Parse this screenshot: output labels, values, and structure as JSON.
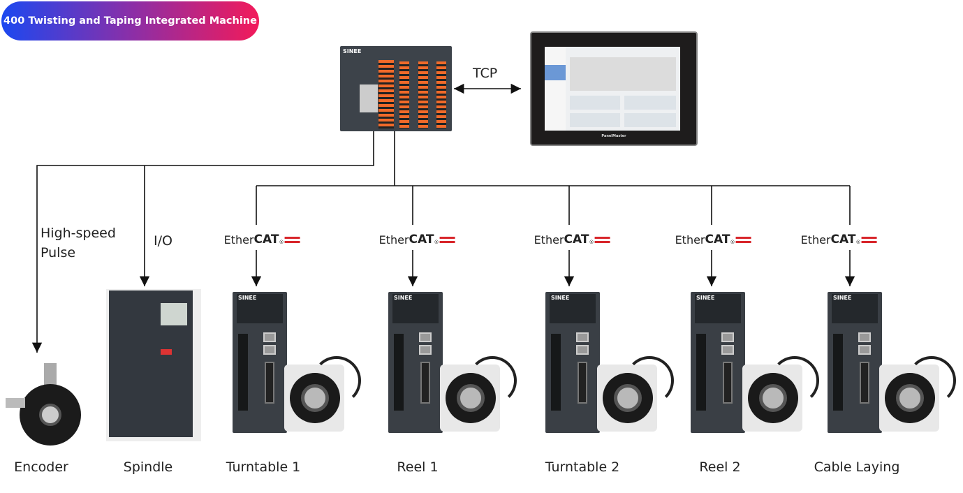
{
  "title": "400 Twisting and Taping Integrated Machine",
  "links": {
    "tcp": "TCP",
    "pulse_line1": "High-speed",
    "pulse_line2": "Pulse",
    "io": "I/O"
  },
  "ethercat": {
    "prefix": "Ether",
    "suffix": "CAT"
  },
  "hmi": {
    "brand": "PanelMaster"
  },
  "plc": {
    "brand": "SINEE"
  },
  "devices": [
    {
      "label": "Encoder"
    },
    {
      "label": "Spindle"
    },
    {
      "label": "Turntable 1"
    },
    {
      "label": "Reel 1"
    },
    {
      "label": "Turntable 2"
    },
    {
      "label": "Reel 2"
    },
    {
      "label": "Cable Laying"
    }
  ],
  "drive_brand": "SINEE",
  "colors": {
    "line": "#111111",
    "ethercat_red": "#d8262b",
    "title_start": "#1c48f0",
    "title_end": "#f21a5a"
  }
}
